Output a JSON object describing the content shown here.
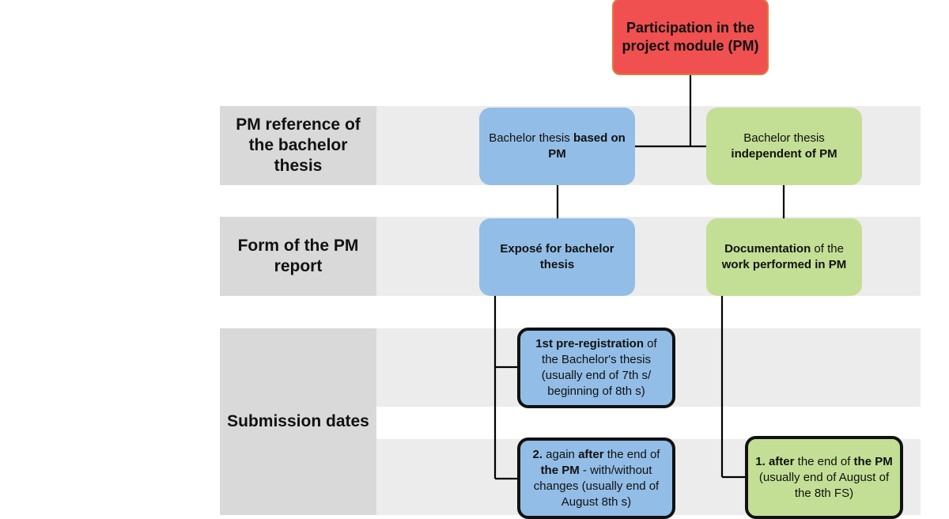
{
  "colors": {
    "root_fill": "#f05050",
    "root_border": "#e07a3a",
    "blue_fill": "#92bde6",
    "green_fill": "#c3df95",
    "label_column": "#d9d9d9",
    "band": "#ececec",
    "connector": "#000000"
  },
  "root": {
    "text": "Participation in the project module (PM)"
  },
  "rows": {
    "reference": {
      "label": "PM reference of the bachelor thesis"
    },
    "form": {
      "label": "Form of the PM report"
    },
    "submission": {
      "label": "Submission dates"
    }
  },
  "nodes": {
    "based_on_pm": {
      "pre": "Bachelor thesis ",
      "bold": "based on PM",
      "post": ""
    },
    "independent_of_pm": {
      "pre": "Bachelor thesis ",
      "bold": "independent of PM",
      "post": ""
    },
    "expose": {
      "bold": "Exposé for bachelor thesis"
    },
    "documentation": {
      "bold1": "Documentation",
      "mid": " of the ",
      "bold2": "work performed in PM"
    },
    "pre_registration": {
      "bold": "1st pre-registration",
      "post": " of the Bachelor's thesis (usually end of 7th s/ beginning of 8th s)"
    },
    "again_after": {
      "bold1": "2.",
      "t1": " again ",
      "bold2": "after",
      "t2": " the end of ",
      "bold3": "the PM",
      "t3": " - with/without changes (usually end of August 8th s)"
    },
    "after_end": {
      "bold1": "1. after",
      "t1": " the end of ",
      "bold2": "the PM",
      "t2": " (usually end of August of the 8th FS)"
    }
  }
}
